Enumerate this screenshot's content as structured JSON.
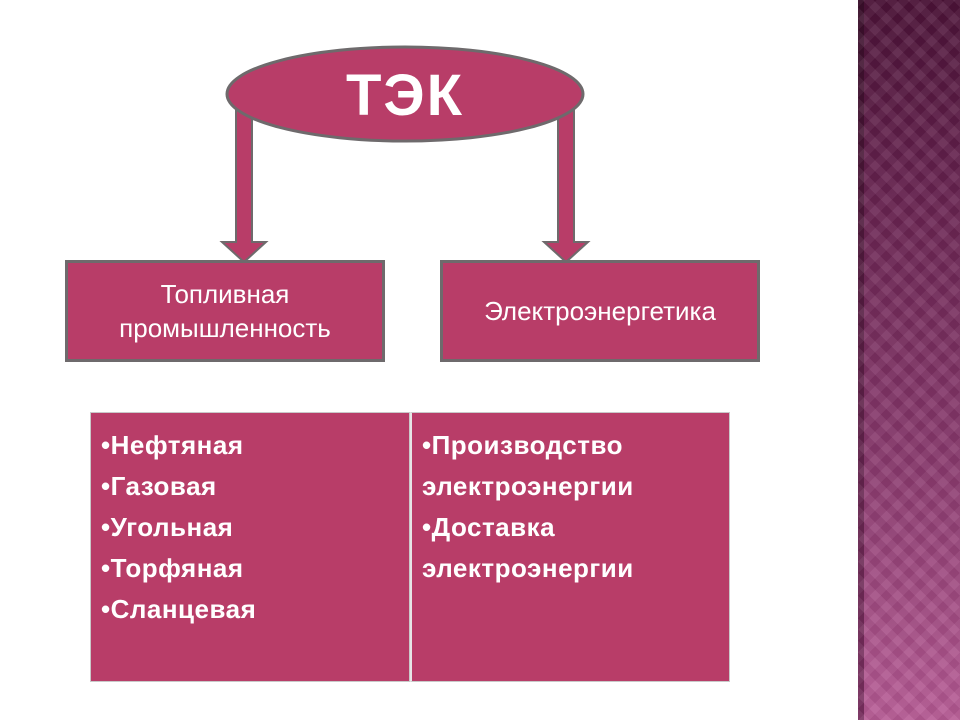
{
  "colors": {
    "shape_fill": "#b83d68",
    "shape_border": "#6e6a6c",
    "text": "#ffffff",
    "side_band": "#6a2452"
  },
  "header": {
    "title": "ТЭК"
  },
  "branches": {
    "left": {
      "label": "Топливная промышленность"
    },
    "right": {
      "label": "Электроэнергетика"
    }
  },
  "table": {
    "left_items": [
      "•Нефтяная",
      "•Газовая",
      "•Угольная",
      "•Торфяная",
      "•Сланцевая"
    ],
    "right_items": [
      "•Производство электроэнергии",
      "•Доставка электроэнергии"
    ]
  }
}
